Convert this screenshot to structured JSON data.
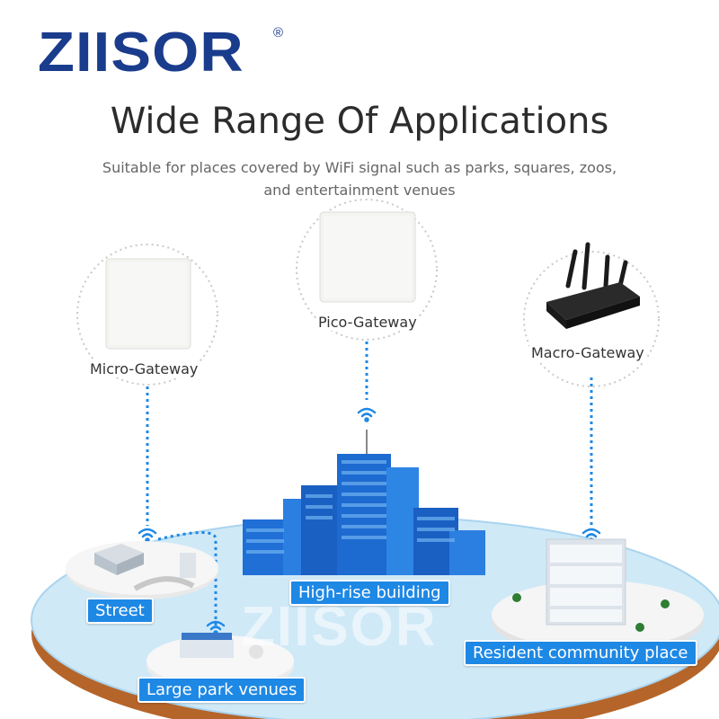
{
  "brand": {
    "name": "ZIISOR",
    "reg_mark": "®"
  },
  "header": {
    "title": "Wide Range Of Applications",
    "subtitle": "Suitable for places covered by WiFi signal such as parks, squares, zoos, and entertainment venues"
  },
  "gateways": [
    {
      "label": "Micro-Gateway"
    },
    {
      "label": "Pico-Gateway"
    },
    {
      "label": "Macro-Gateway"
    }
  ],
  "places": [
    {
      "label": "Street"
    },
    {
      "label": "High-rise building"
    },
    {
      "label": "Large park venues"
    },
    {
      "label": "Resident community place"
    }
  ],
  "watermark": "ZIISOR",
  "colors": {
    "brand": "#1a3c8c",
    "tag": "#1e88e5",
    "platform": "#cfe9f7",
    "platform_edge": "#b5652a",
    "building": "#1f6fd6"
  }
}
